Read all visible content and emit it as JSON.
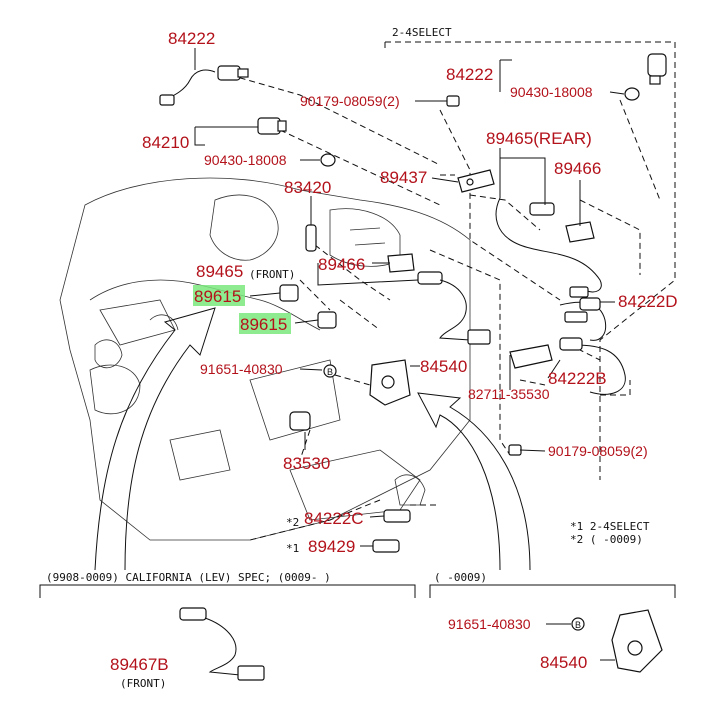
{
  "header": {
    "select_label": "2-4SELECT"
  },
  "parts": {
    "p84222_top_left": "84222",
    "p84222_top_right": "84222",
    "p90430_right": "90430-18008",
    "p90179_top": "90179-08059(2)",
    "p84210": "84210",
    "p90430_left": "90430-18008",
    "p89465_rear": "89465(REAR)",
    "p83420": "83420",
    "p89437": "89437",
    "p89466_right": "89466",
    "p89465_front": "89465",
    "front_label": "(FRONT)",
    "p89466_mid": "89466",
    "p89615_a": "89615",
    "p89615_b": "89615",
    "p84222D": "84222D",
    "p91651_mid": "91651-40830",
    "p84540_mid": "84540",
    "p84222B": "84222B",
    "p82711": "82711-35530",
    "p83530": "83530",
    "p90179_bottom": "90179-08059(2)",
    "p84222C": "84222C",
    "p89429": "89429",
    "star2_mark": "*2",
    "star1_mark": "*1"
  },
  "legend": {
    "line1": "*1  2-4SELECT",
    "line2": "*2 (      -0009)"
  },
  "bottom_left": {
    "header": "(9908-0009) CALIFORNIA (LEV) SPEC; (0009-     )",
    "part": "89467B",
    "front_label": "(FRONT)"
  },
  "bottom_right": {
    "header": "(      -0009)",
    "part_bolt": "91651-40830",
    "part_sensor": "84540"
  },
  "highlight_color": "#7be87b",
  "label_color": "#b3121b"
}
